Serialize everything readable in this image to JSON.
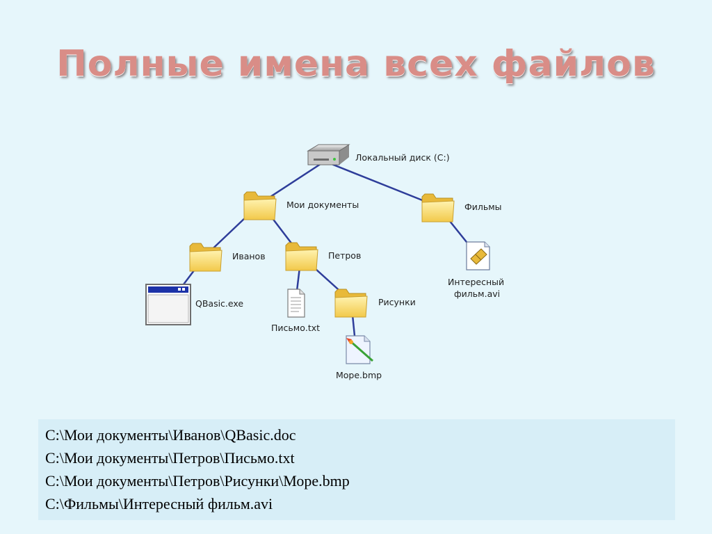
{
  "title": "Полные имена всех файлов",
  "tree": {
    "disk": "Локальный диск (C:)",
    "my_docs": "Мои документы",
    "films": "Фильмы",
    "ivanov": "Иванов",
    "petrov": "Петров",
    "qbasic": "QBasic.exe",
    "letter": "Письмо.txt",
    "pictures": "Рисунки",
    "sea": "Море.bmp",
    "movie_line1": "Интересный",
    "movie_line2": "фильм.avi"
  },
  "colors": {
    "connector": "#2e3d9a",
    "title": "#d98d87",
    "folder": "#f6d65c",
    "background": "#e6f6fb"
  },
  "paths": [
    "C:\\Мои документы\\Иванов\\QBasic.doc",
    "C:\\Мои документы\\Петров\\Письмо.txt",
    "C:\\Мои документы\\Петров\\Рисунки\\Море.bmp",
    "C:\\Фильмы\\Интересный фильм.avi"
  ]
}
